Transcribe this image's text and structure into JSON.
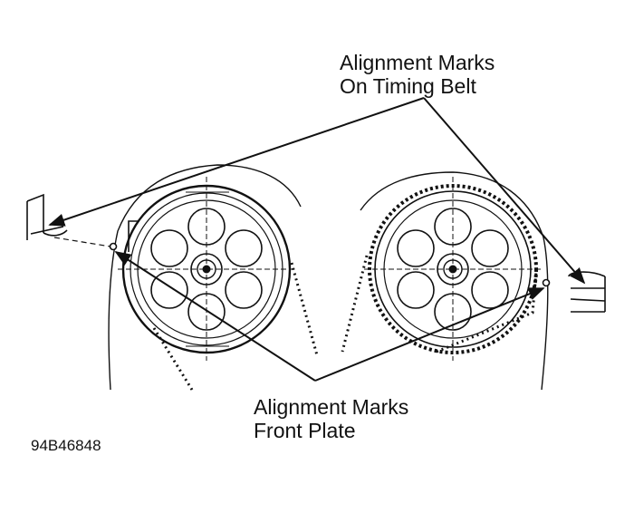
{
  "labels": {
    "belt_line1": "Alignment Marks",
    "belt_line2": "On Timing Belt",
    "plate_line1": "Alignment Marks",
    "plate_line2": "Front Plate"
  },
  "figure_id": "94B46848",
  "colors": {
    "ink": "#111111",
    "background": "#ffffff"
  }
}
